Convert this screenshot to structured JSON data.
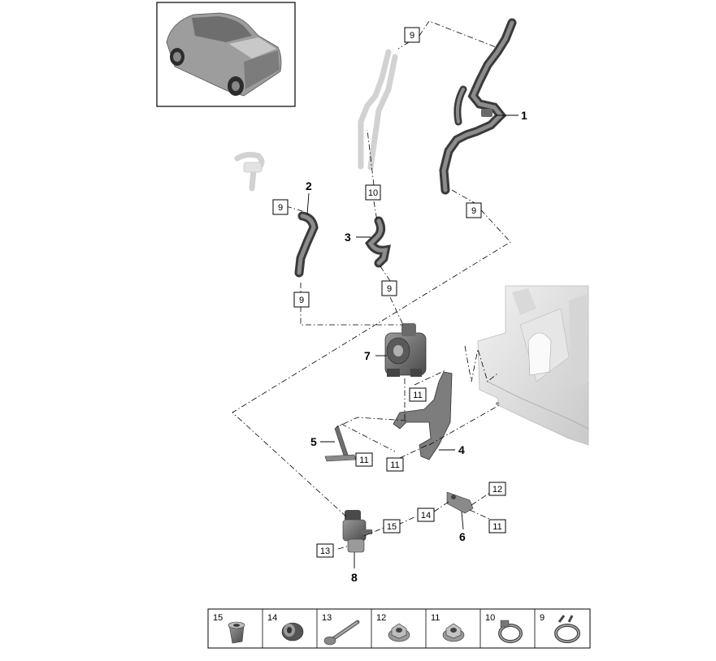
{
  "callouts": {
    "part_1": "1",
    "part_2": "2",
    "part_3": "3",
    "part_4": "4",
    "part_5": "5",
    "part_6": "6",
    "part_7": "7",
    "part_8": "8"
  },
  "boxes": {
    "b9_top": "9",
    "b9_right": "9",
    "b9_left": "9",
    "b9_mid": "9",
    "b9_low": "9",
    "b10": "10",
    "b11_a": "11",
    "b11_b": "11",
    "b11_c": "11",
    "b11_d": "11",
    "b12": "12",
    "b13": "13",
    "b14": "14",
    "b15": "15"
  },
  "legend": {
    "items": [
      "15",
      "14",
      "13",
      "12",
      "11",
      "10",
      "9"
    ]
  }
}
